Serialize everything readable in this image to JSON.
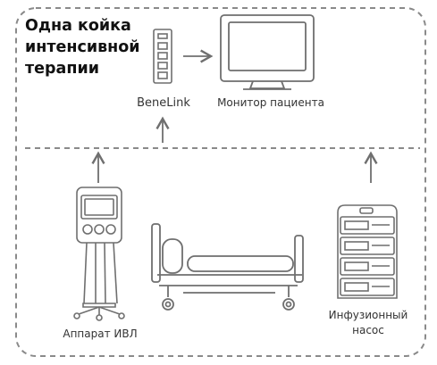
{
  "diagram": {
    "title": "Одна койка\nинтенсивной\nтерапии",
    "labels": {
      "benelink": "BeneLink",
      "monitor": "Монитор пациента",
      "ventilator": "Аппарат ИВЛ",
      "infusion_pump": "Инфузионный\nнасос"
    },
    "colors": {
      "stroke": "#6f6f6f",
      "dashed": "#8a8a8a",
      "text": "#1a1a1a"
    }
  }
}
